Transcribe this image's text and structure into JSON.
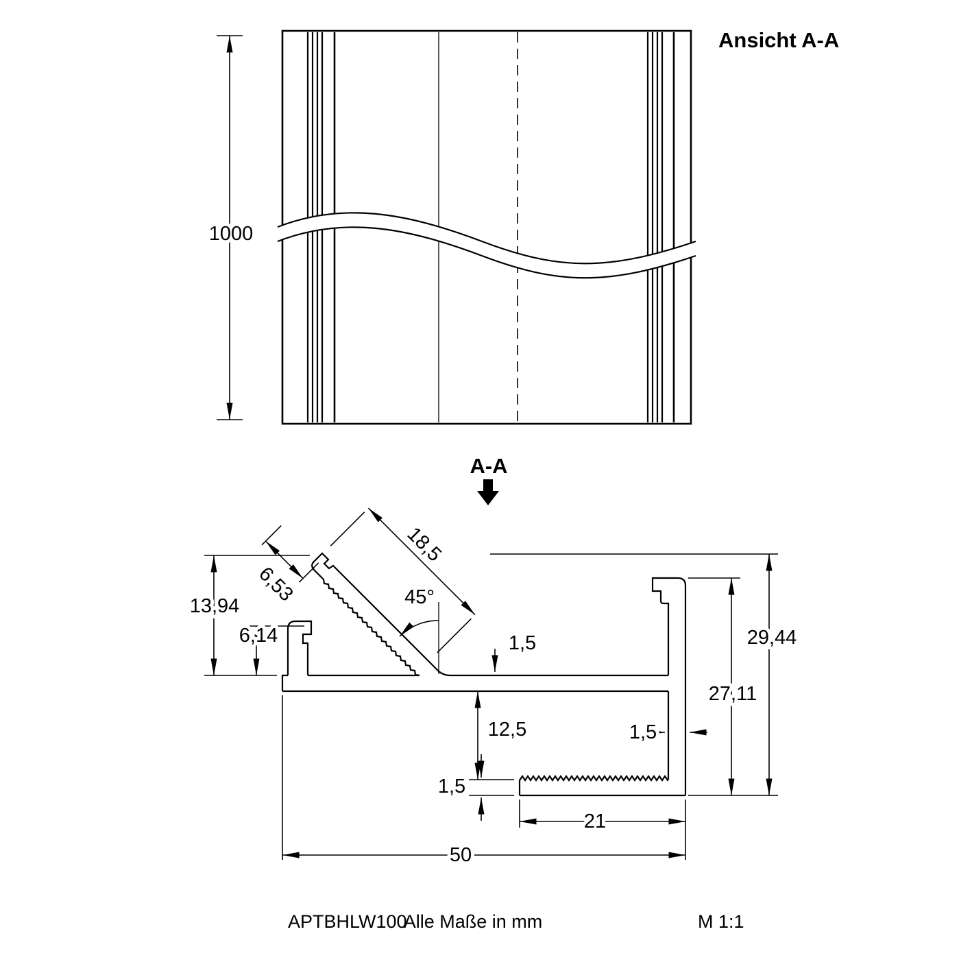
{
  "title": "Ansicht A-A",
  "section_marker": "A-A",
  "front_view": {
    "length": "1000"
  },
  "section": {
    "groove_width": "6,53",
    "flange_length": "18,5",
    "angle": "45°",
    "left_height": "13,94",
    "hook_height": "6,14",
    "web_thickness": "1,5",
    "outer_height": "29,44",
    "inner_height": "27,11",
    "channel_gap": "12,5",
    "bottom_thickness": "1,5",
    "wall_thickness": "1,5",
    "bottom_flange_width": "21",
    "overall_width": "50"
  },
  "footer": {
    "part_number": "APTBHLW100",
    "units_note": "Alle Maße in mm",
    "scale": "M 1:1"
  }
}
